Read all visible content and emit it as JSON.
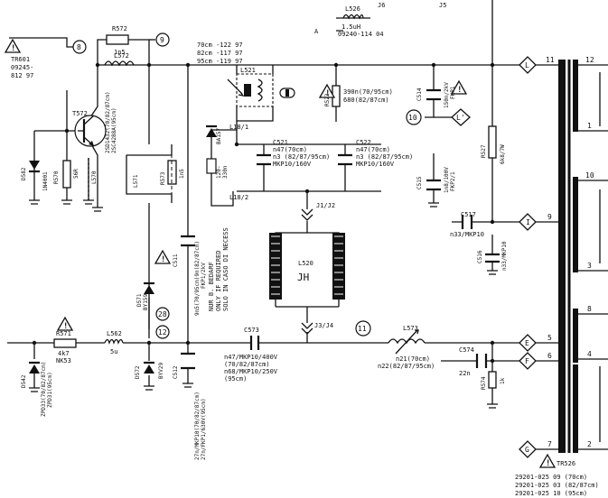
{
  "labels": {
    "tr601": "TR601",
    "tr601_part": "09245-",
    "tr601_part2": "812 97",
    "r572": "R572",
    "r572_val": "1n5",
    "l572": "L572",
    "t572": "T572",
    "t572_type": "2SD1432(70/82/87cm)",
    "t572_type2": "2SC4288A(95cm)",
    "d582": "D582",
    "d582_type": "1N4001",
    "r570": "R570",
    "r570_val": "56R",
    "l570": "L570",
    "l571": "L571",
    "r573": "R573",
    "r573_val": "1n5",
    "l526": "L526",
    "l526_val": "1.5uH",
    "l526_part": "09240-114 04",
    "l521": "L521",
    "l521_70": "70cm  -122 97",
    "l521_82": "82cm  -117 97",
    "l521_95": "95cm  -119 97",
    "r523": "R523",
    "r523_val": "390n(70/95cm)",
    "r523_val2": "680(82/87cm)",
    "c514": "C514",
    "c514_val": "150n/2kV",
    "c514_val2": "FKP1",
    "c515": "C515",
    "c515_val": "1n8/100V",
    "c515_val2": "FKP2/1",
    "r527": "R527",
    "r527_val": "6k8/7W",
    "ba157": "BA157",
    "d_val": "120-",
    "d_val2": "330n",
    "l18_1": "L18/1",
    "l18_2": "L18/2",
    "c521": "C521",
    "c521_val": "n47(70cm)",
    "c521_val2": "n3 (82/87/95cm)",
    "c521_val3": "MKP10/160V",
    "c522": "C522",
    "c522_val": "n47(70cm)",
    "c522_val2": "n3 (82/87/95cm)",
    "c522_val3": "MKP10/160V",
    "j1j2": "J1/J2",
    "j3j4": "J3/J4",
    "l520": "L520",
    "jh": "JH",
    "c517": "C517",
    "c517_val": "n33/MKP10",
    "c516": "C516",
    "c516_val": "n33/MKP10",
    "c511": "C511",
    "c511_val": "9n5(70/95cm)9n(82/87cm)",
    "c511_val2": "FKP1/2kV",
    "note1": "NUR B. BEDARF",
    "note2": "ONLY IF REQUIRED",
    "note3": "SOLO IN CASO DI NECESS",
    "d571": "D571",
    "d571_val": "BY159",
    "r571": "R571",
    "r571_val": "4k7",
    "r571_val2": "NK53",
    "l562": "L562",
    "l562_val": "5u",
    "d542": "D542",
    "d542_val": "ZPD33(70/82/87cm)",
    "d542_val2": "ZPD31(95cm)",
    "d572": "D572",
    "d572_val": "BYV29",
    "c512": "C512",
    "c512_val": "27n/MKP10(70/82/87cm)",
    "c512_val2": "27n/FKP1/630V(95cm)",
    "c573": "C573",
    "c573_val": "n47/MKP10/400V",
    "c573_val2": "(70/82/87cm)",
    "c573_val3": "n68/MKP10/250V",
    "c573_val4": "(95cm)",
    "l573": "L573",
    "l573_val": "n21(70cm)",
    "l573_val2": "n22(82/87/95cm)",
    "c574": "C574",
    "c574_val": "22n",
    "r574": "R574",
    "r574_val": "1k",
    "tr526": "TR526",
    "tr526_p70": "29201-025 09  (70cm)",
    "tr526_p82": "29201-025 03  (82/87cm)",
    "tr526_p95": "29201-025 10  (95cm)",
    "j5": "J5",
    "j6": "J6",
    "a": "A",
    "dot": "•"
  },
  "nodes": {
    "n8": "8",
    "n9": "9",
    "n10": "10",
    "n11": "11",
    "n12": "12",
    "n28": "28"
  },
  "connectors": {
    "L": "L",
    "Lprime": "L'",
    "I": "I",
    "E": "E",
    "F": "F",
    "G": "G"
  },
  "pins": {
    "p11": "11",
    "p12": "12",
    "p1": "1",
    "p10": "10",
    "p9": "9",
    "p3": "3",
    "p8": "8",
    "p5": "5",
    "p6": "6",
    "p4": "4",
    "p7": "7",
    "p2": "2"
  }
}
